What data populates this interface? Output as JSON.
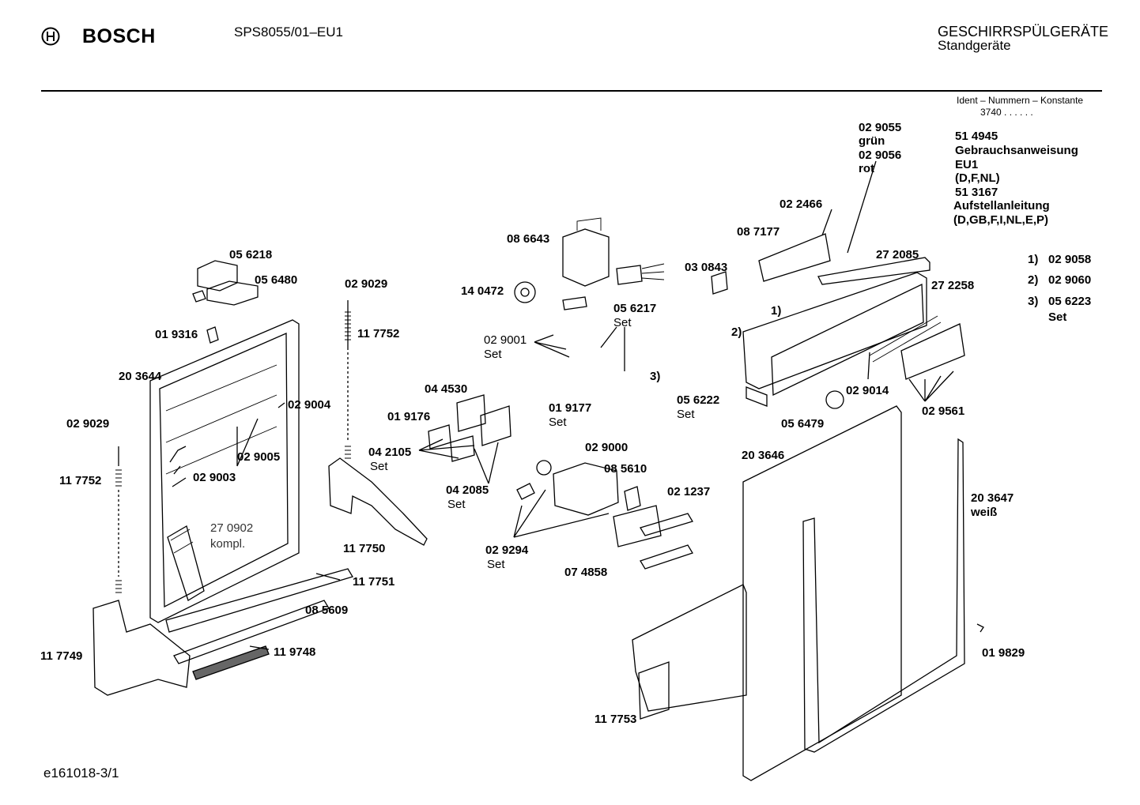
{
  "header": {
    "brand": "BOSCH",
    "model": "SPS8055/01–EU1",
    "category": "GESCHIRRSPÜLGERÄTE",
    "subcategory": "Standgeräte"
  },
  "ident": {
    "title": "Ident – Nummern – Konstante",
    "value": "3740  .   .   .   .   .   ."
  },
  "docs": {
    "lines": [
      "51 4945",
      "Gebrauchsanweisung",
      "EU1",
      "(D,F,NL)",
      "51 3167",
      "Aufstellanleitung",
      "(D,GB,F,I,NL,E,P)"
    ]
  },
  "footnotes": [
    {
      "mark": "1)",
      "part": "02 9058",
      "extra": ""
    },
    {
      "mark": "2)",
      "part": "02 9060",
      "extra": ""
    },
    {
      "mark": "3)",
      "part": "05 6223",
      "extra": "Set"
    }
  ],
  "labels": {
    "p029055": "02 9055",
    "gruen": "grün",
    "p029056": "02 9056",
    "rot": "rot",
    "p022466": "02 2466",
    "p087177": "08 7177",
    "p272085": "27 2085",
    "p272258": "27 2258",
    "p030843": "03 0843",
    "mark1": "1)",
    "mark2": "2)",
    "mark3": "3)",
    "p086643": "08 6643",
    "p140472": "14 0472",
    "p056217": "05 6217",
    "set_a": "Set",
    "p029001": "02 9001",
    "set_b": "Set",
    "p056222": "05 6222",
    "set_c": "Set",
    "p029014": "02 9014",
    "p029561": "02 9561",
    "p056479": "05 6479",
    "p056218": "05 6218",
    "p056480": "05 6480",
    "p029029a": "02 9029",
    "p117752a": "11 7752",
    "p019316": "01 9316",
    "p203644": "20 3644",
    "p029004": "02 9004",
    "p029029b": "02 9029",
    "p029005": "02 9005",
    "p117752b": "11 7752",
    "p029003": "02 9003",
    "p270902": "27 0902",
    "kompl": "kompl.",
    "p044530": "04 4530",
    "p019176": "01 9176",
    "p019177": "01 9177",
    "set_d": "Set",
    "p042105": "04 2105",
    "set_e": "Set",
    "p042085": "04 2085",
    "set_f": "Set",
    "p029000": "02 9000",
    "p085610": "08 5610",
    "p021237": "02 1237",
    "p203646": "20 3646",
    "p203647": "20 3647",
    "weiss": "weiß",
    "p117750": "11 7750",
    "p117751": "11 7751",
    "p085609": "08 5609",
    "p029294": "02 9294",
    "set_g": "Set",
    "p074858": "07 4858",
    "p117749": "11 7749",
    "p119748": "11 9748",
    "p117753": "11 7753",
    "p019829": "01 9829"
  },
  "footer": {
    "doc_id": "e161018-3/1"
  }
}
